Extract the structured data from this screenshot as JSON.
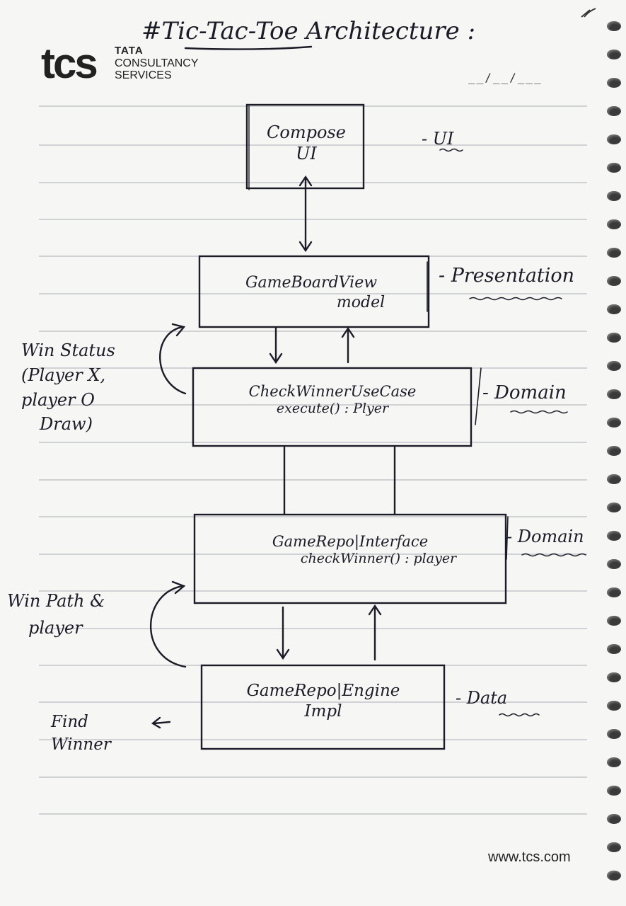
{
  "title": "#Tic-Tac-Toe Architecture :",
  "date": "__/__/___",
  "logo": {
    "mark": "tcs",
    "line1": "TATA",
    "line2": "CONSULTANCY",
    "line3": "SERVICES"
  },
  "footer_url": "www.tcs.com",
  "boxes": {
    "compose_ui": {
      "line1": "Compose",
      "line2": "UI",
      "layer": "- UI"
    },
    "viewmodel": {
      "line1": "GameBoardView",
      "line2": "model",
      "layer": "- Presentation"
    },
    "usecase": {
      "line1": "CheckWinnerUseCase",
      "line2": "execute() : Plyer",
      "layer": "- Domain"
    },
    "repo_interface": {
      "line1": "GameRepo|Interface",
      "line2": "checkWinner() : player",
      "layer": "- Domain"
    },
    "repo_impl": {
      "line1": "GameRepo|Engine",
      "line2": "Impl",
      "layer": "- Data"
    }
  },
  "notes": {
    "win_status": {
      "line1": "Win Status",
      "line2": "(Player X,",
      "line3": "player O",
      "line4": "Draw)"
    },
    "win_path": {
      "line1": "Win Path &",
      "line2": "player"
    },
    "find_winner": {
      "line1": "Find",
      "line2": "Winner"
    }
  },
  "colors": {
    "ink": "#1c1c28",
    "paper": "#f6f6f4",
    "rule": "#b9bcc2"
  },
  "icons": [
    "pencil-mark-icon",
    "spiral-binding-icon"
  ]
}
